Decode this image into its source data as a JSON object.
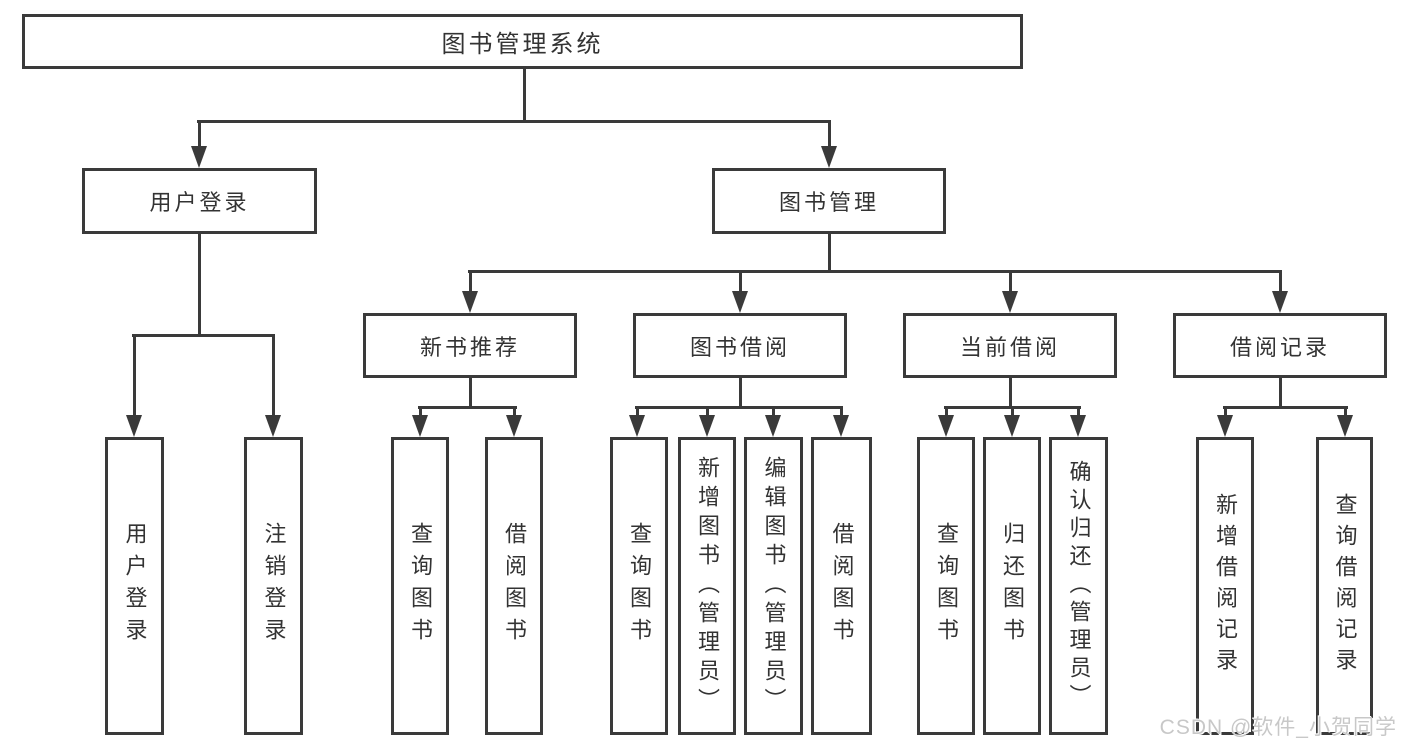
{
  "diagram": {
    "type": "tree",
    "root": {
      "label": "图书管理系统"
    },
    "level2": [
      {
        "label": "用户登录"
      },
      {
        "label": "图书管理"
      }
    ],
    "level3": [
      {
        "label": "新书推荐",
        "parent": "图书管理"
      },
      {
        "label": "图书借阅",
        "parent": "图书管理"
      },
      {
        "label": "当前借阅",
        "parent": "图书管理"
      },
      {
        "label": "借阅记录",
        "parent": "图书管理"
      }
    ],
    "leaves": [
      {
        "label": "用户登录",
        "parent": "用户登录"
      },
      {
        "label": "注销登录",
        "parent": "用户登录"
      },
      {
        "label": "查询图书",
        "parent": "新书推荐"
      },
      {
        "label": "借阅图书",
        "parent": "新书推荐"
      },
      {
        "label": "查询图书",
        "parent": "图书借阅"
      },
      {
        "label": "新增图书（管理员）",
        "parent": "图书借阅"
      },
      {
        "label": "编辑图书（管理员）",
        "parent": "图书借阅"
      },
      {
        "label": "借阅图书",
        "parent": "图书借阅"
      },
      {
        "label": "查询图书",
        "parent": "当前借阅"
      },
      {
        "label": "归还图书",
        "parent": "当前借阅"
      },
      {
        "label": "确认归还（管理员）",
        "parent": "当前借阅"
      },
      {
        "label": "新增借阅记录",
        "parent": "借阅记录"
      },
      {
        "label": "查询借阅记录",
        "parent": "借阅记录"
      }
    ],
    "watermark": "CSDN @软件_小贺同学",
    "colors": {
      "line": "#3a3a3a",
      "text": "#333333",
      "background": "#ffffff",
      "watermark": "#c8c8c8"
    }
  }
}
